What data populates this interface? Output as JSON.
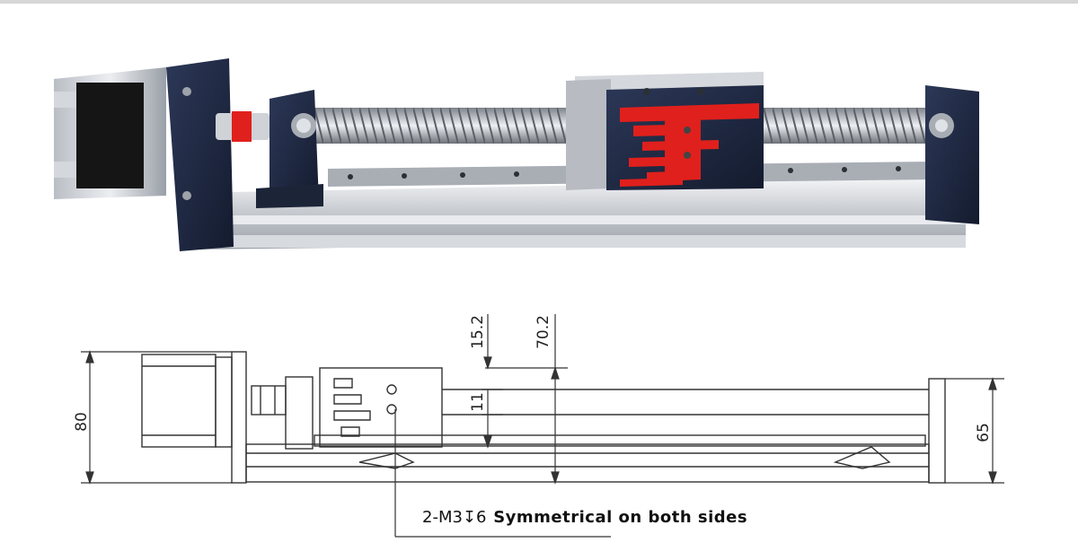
{
  "dimensions": {
    "overall_height": "80",
    "body_height": "65",
    "top_offset": "15.2",
    "slider_height": "70.2",
    "hole_spacing": "11"
  },
  "callout": {
    "thread_spec": "2-M3↧6",
    "note": "Symmetrical on both sides"
  },
  "colors": {
    "carriage_accent": "#e0201c",
    "anodized_blue": "#1f2a44",
    "aluminum": "#c8ccd2",
    "coupler": "#e0201c"
  }
}
